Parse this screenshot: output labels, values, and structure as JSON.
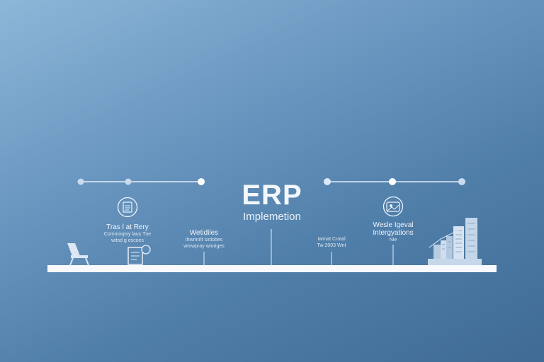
{
  "heading": {
    "title": "ERP",
    "subtitle": "Implemetion"
  },
  "milestones": [
    {
      "title": "Tras l at Rery",
      "subtitle": "Commoqmy laus Tne\nwitsd g escoes"
    },
    {
      "title": "Wetidiles",
      "subtitle": "Ihwmrrlt sxtiobes\nwmwpray wtoriges"
    },
    {
      "title": "",
      "subtitle": "Iwmat Crotal\nTw 2003 Wnt"
    },
    {
      "title": "Wesle Igeval\nIntergyations",
      "subtitle": "Nie"
    }
  ],
  "icons": [
    "chair-icon",
    "clipboard-icon",
    "document-icon",
    "photo-icon",
    "city-skyline-icon"
  ],
  "colors": {
    "line": "#ffffff",
    "node": "#dde9f6",
    "bg_top": "#8db6d8",
    "bg_bottom": "#3f6b94"
  }
}
